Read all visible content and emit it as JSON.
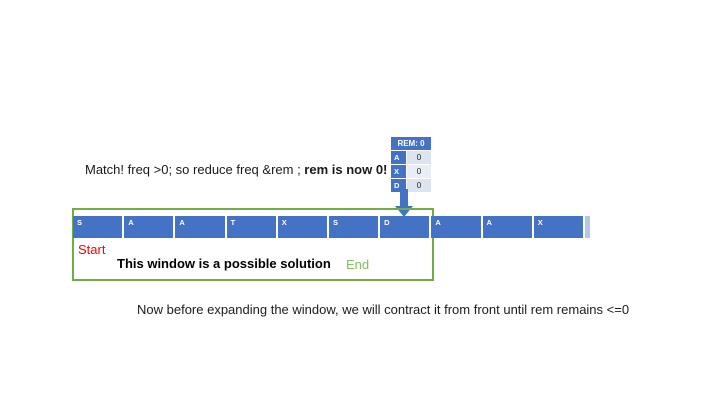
{
  "colors": {
    "cell_blue": "#4472C4",
    "table_light": "#E9EDF6",
    "table_light_alt": "#DCE4F0",
    "green": "#70AD47",
    "green_text": "#84C25C",
    "red": "#FF0000",
    "arrow": "#4472C4",
    "sliver": "#B4C7E7"
  },
  "annotation": {
    "match_normal": "Match! freq >0; so reduce freq &rem ; ",
    "match_bold": "rem is now 0!"
  },
  "freq_table": {
    "header": "REM: 0",
    "rows": [
      {
        "key": "A",
        "value": "0"
      },
      {
        "key": "X",
        "value": "0"
      },
      {
        "key": "D",
        "value": "0"
      }
    ]
  },
  "array": {
    "cells": [
      "S",
      "A",
      "A",
      "T",
      "X",
      "S",
      "D",
      "A",
      "A",
      "X"
    ]
  },
  "window": {
    "start": "Start",
    "end": "End",
    "caption": "This window is a possible solution"
  },
  "footer": {
    "text": "Now before expanding the window, we will contract it from front until rem remains <=0"
  }
}
